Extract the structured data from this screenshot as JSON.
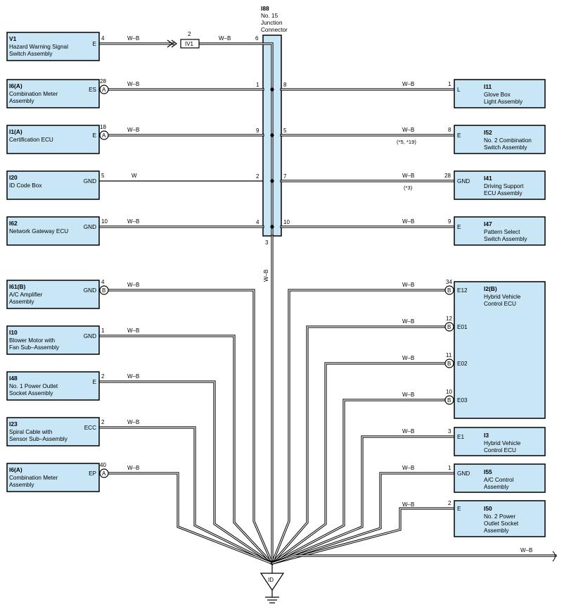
{
  "junction": {
    "id": "I88",
    "name_lines": [
      "No.  15",
      "Junction",
      "Connector"
    ],
    "pin_top": "6",
    "pin_bottom": "3"
  },
  "components": [
    {
      "id": "V1",
      "lines": [
        "Hazard Warning Signal",
        "Switch Assembly"
      ]
    },
    {
      "id": "I6(A)",
      "lines": [
        "Combination Meter",
        "Assembly"
      ]
    },
    {
      "id": "I1(A)",
      "lines": [
        "Certification ECU"
      ]
    },
    {
      "id": "I20",
      "lines": [
        "ID Code Box"
      ]
    },
    {
      "id": "I62",
      "lines": [
        "Network Gateway ECU"
      ]
    },
    {
      "id": "I11",
      "lines": [
        "Glove Box",
        "Light Assembly"
      ]
    },
    {
      "id": "I52",
      "lines": [
        "No.  2 Combination",
        "Switch Assembly"
      ]
    },
    {
      "id": "I41",
      "lines": [
        "Driving Support",
        "ECU Assembly"
      ]
    },
    {
      "id": "I47",
      "lines": [
        "Pattern Select",
        "Switch Assembly"
      ]
    },
    {
      "id": "I61(B)",
      "lines": [
        "A/C Amplifier",
        "Assembly"
      ]
    },
    {
      "id": "I10",
      "lines": [
        "Blower Motor with",
        "Fan Sub–Assembly"
      ]
    },
    {
      "id": "I48",
      "lines": [
        "No.  1 Power Outlet",
        "Socket Assembly"
      ]
    },
    {
      "id": "I23",
      "lines": [
        "Spiral Cable with",
        "Sensor Sub–Assembly"
      ]
    },
    {
      "id": "I6(A)",
      "lines": [
        "Combination Meter",
        "Assembly"
      ]
    },
    {
      "id": "I2(B)",
      "lines": [
        "Hybrid Vehicle",
        "Control ECU"
      ]
    },
    {
      "id": "I3",
      "lines": [
        "Hybrid Vehicle",
        "Control ECU"
      ]
    },
    {
      "id": "I55",
      "lines": [
        "A/C Control",
        "Assembly"
      ]
    },
    {
      "id": "I50",
      "lines": [
        "No.  2 Power",
        "Outlet Socket",
        "Assembly"
      ]
    }
  ],
  "pins": [
    {
      "name": "E",
      "num": "4"
    },
    {
      "name": "ES",
      "num": "28",
      "conn": "A"
    },
    {
      "name": "E",
      "num": "18",
      "conn": "A"
    },
    {
      "name": "GND",
      "num": "5"
    },
    {
      "name": "GND",
      "num": "10"
    },
    {
      "name": "L",
      "num": "1"
    },
    {
      "name": "E",
      "num": "8"
    },
    {
      "name": "GND",
      "num": "28"
    },
    {
      "name": "E",
      "num": "9"
    },
    {
      "name": "GND",
      "num": "4",
      "conn": "B"
    },
    {
      "name": "GND",
      "num": "1"
    },
    {
      "name": "E",
      "num": "2"
    },
    {
      "name": "ECC",
      "num": "2"
    },
    {
      "name": "EP",
      "num": "40",
      "conn": "A"
    },
    {
      "name": "E12",
      "num": "34",
      "conn": "B"
    },
    {
      "name": "E01",
      "num": "12",
      "conn": "B"
    },
    {
      "name": "E02",
      "num": "11",
      "conn": "B"
    },
    {
      "name": "E03",
      "num": "10",
      "conn": "B"
    },
    {
      "name": "E1",
      "num": "3"
    },
    {
      "name": "GND",
      "num": "1"
    },
    {
      "name": "E",
      "num": "2"
    }
  ],
  "wires": {
    "labels": [
      "W–B",
      "W–B",
      "W–B",
      "W–B",
      "W",
      "W–B",
      "W–B",
      "W–B",
      "W–B",
      "W–B",
      "W–B",
      "W–B",
      "W–B",
      "W–B",
      "W–B",
      "W–B",
      "W–B",
      "W–B",
      "W–B",
      "W–B",
      "W–B",
      "W–B",
      "W–B",
      "W–B"
    ],
    "vertical_label": "W–B",
    "ground_lead_label": "W–B"
  },
  "junction_pin_numbers": [
    "1",
    "8",
    "9",
    "5",
    "2",
    "7",
    "4",
    "10"
  ],
  "inline_connector": {
    "id": "IV1",
    "pin": "2"
  },
  "notes": [
    "(*5, *19)",
    "(*3)"
  ],
  "ground": {
    "label": "ID"
  }
}
